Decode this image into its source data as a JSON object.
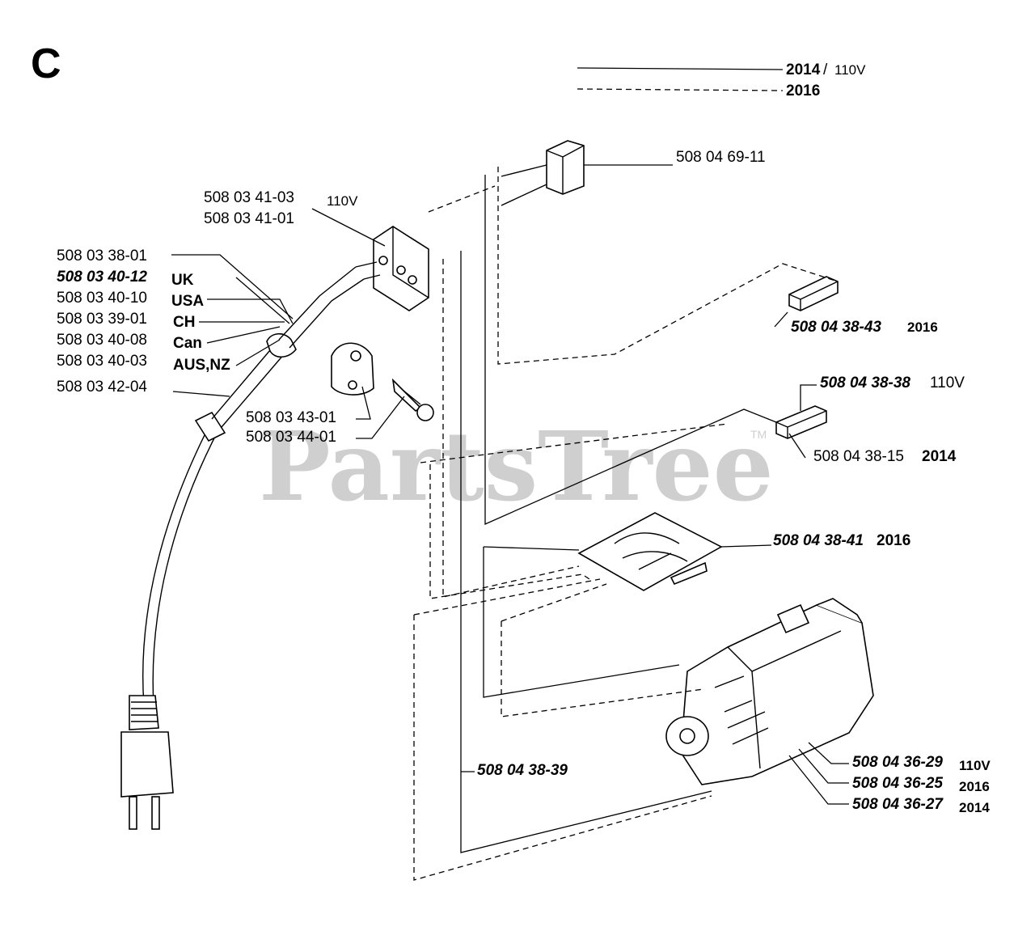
{
  "section_letter": "C",
  "watermark": "PartsTree",
  "watermark_tm": "TM",
  "legend": {
    "solid_model": "2014",
    "solid_voltage": "110V",
    "dashed_model": "2016"
  },
  "labels": {
    "cord_p1": "508 03 38-01",
    "cord_p2": "508 03 40-12",
    "cord_p2_region": "UK",
    "cord_p3": "508 03 40-10",
    "cord_p3_region": "USA",
    "cord_p4": "508 03 39-01",
    "cord_p4_region": "CH",
    "cord_p5": "508 03 40-08",
    "cord_p5_region": "Can",
    "cord_p6": "508 03 40-03",
    "cord_p6_region": "AUS,NZ",
    "cord_p7": "508 03 42-04",
    "terminal_p1": "508 03 41-03",
    "terminal_p2": "508 03 41-01",
    "terminal_voltage": "110V",
    "clamp_p1": "508 03 43-01",
    "screw_p1": "508 03 44-01",
    "cap_p1": "508 04 69-11",
    "switch_2016": "508 04 38-43",
    "switch_2016_model": "2016",
    "switch_110v": "508 04 38-38",
    "switch_110v_model": "110V",
    "switch_2014": "508 04 38-15",
    "switch_2014_model": "2014",
    "board": "508 04 38-41",
    "board_model": "2016",
    "wire_set": "508 04 38-39",
    "motor_110v": "508 04 36-29",
    "motor_110v_model": "110V",
    "motor_2016": "508 04 36-25",
    "motor_2016_model": "2016",
    "motor_2014": "508 04 36-27",
    "motor_2014_model": "2014"
  }
}
